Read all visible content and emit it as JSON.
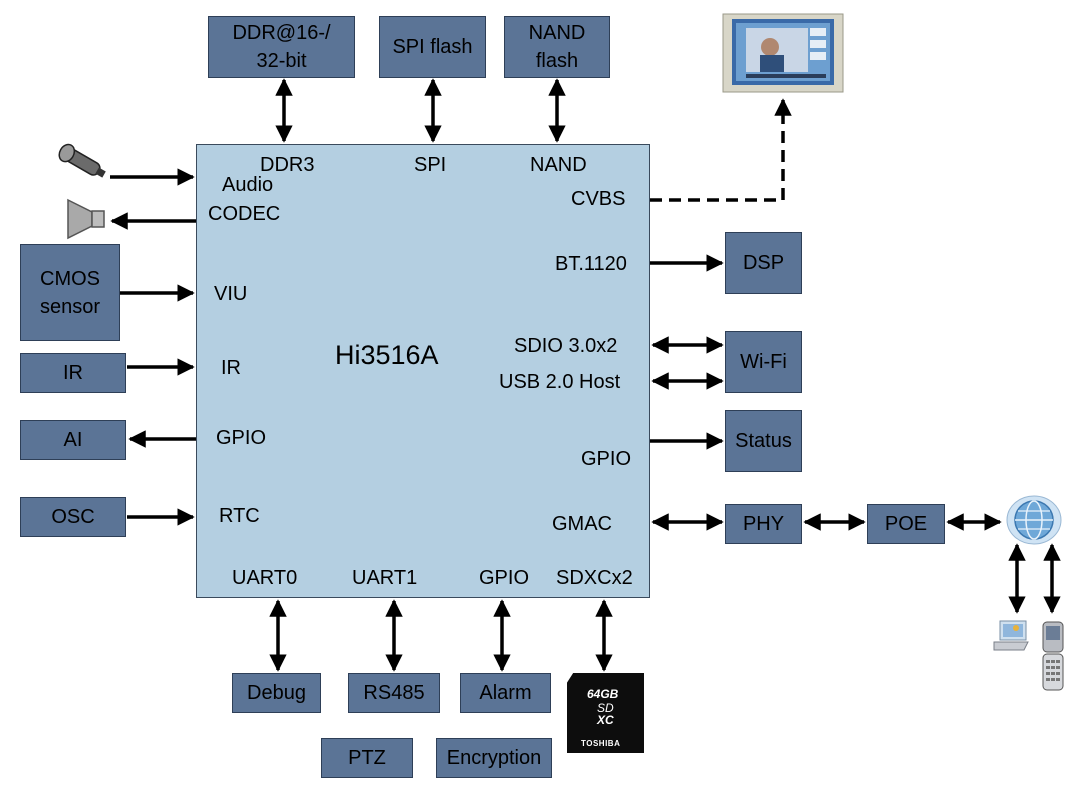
{
  "chip": {
    "name": "Hi3516A",
    "ports": {
      "ddr3": "DDR3",
      "spi": "SPI",
      "nand": "NAND",
      "audio_codec_1": "Audio",
      "audio_codec_2": "CODEC",
      "cvbs": "CVBS",
      "bt1120": "BT.1120",
      "viu": "VIU",
      "ir": "IR",
      "sdio": "SDIO 3.0x2",
      "usb": "USB 2.0 Host",
      "gpio_left": "GPIO",
      "gpio_right": "GPIO",
      "rtc": "RTC",
      "gmac": "GMAC",
      "uart0": "UART0",
      "uart1": "UART1",
      "gpio_bottom": "GPIO",
      "sdxc": "SDXCx2"
    }
  },
  "blocks": {
    "ddr": "DDR@16-/ 32-bit",
    "spi_flash": "SPI flash",
    "nand_flash": "NAND flash",
    "cmos_sensor": "CMOS sensor",
    "ir": "IR",
    "ai": "AI",
    "osc": "OSC",
    "dsp": "DSP",
    "wifi": "Wi-Fi",
    "status": "Status",
    "phy": "PHY",
    "poe": "POE",
    "debug": "Debug",
    "rs485": "RS485",
    "alarm": "Alarm",
    "ptz": "PTZ",
    "encryption": "Encryption"
  },
  "sd_card": {
    "brand": "TOSHIBA",
    "capacity": "64GB",
    "type_1": "SD",
    "type_2": "XC"
  },
  "icons": [
    "microphone-icon",
    "speaker-icon",
    "tv-monitor-icon",
    "globe-network-icon",
    "laptop-icon",
    "mobile-phone-icon",
    "sd-card-icon"
  ]
}
